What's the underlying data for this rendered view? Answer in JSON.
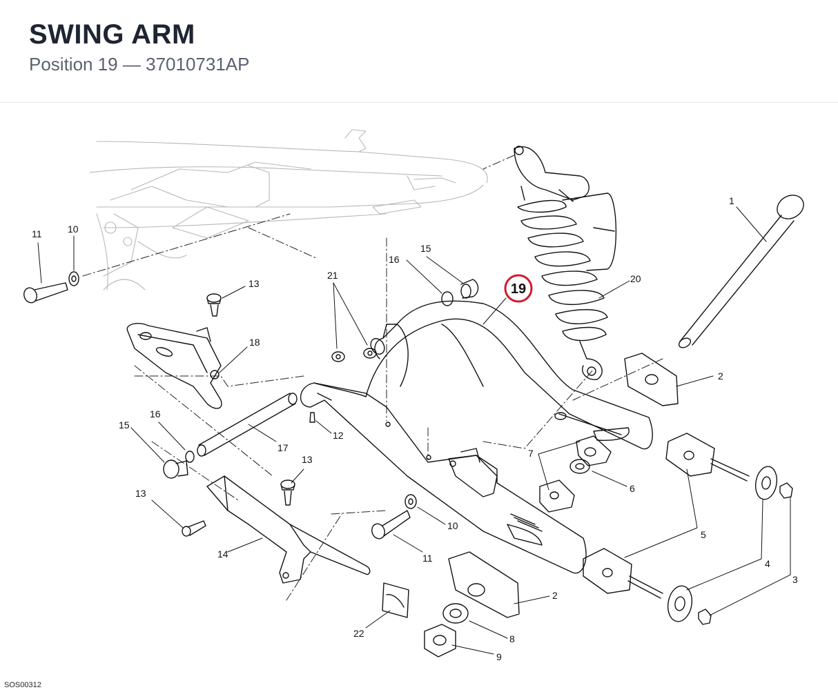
{
  "header": {
    "title": "SWING ARM",
    "position_label": "Position 19",
    "separator": "—",
    "part_number": "37010731AP"
  },
  "highlight": {
    "label": "19",
    "color": "#d01a2a"
  },
  "labels": {
    "l1": "1",
    "l2a": "2",
    "l2b": "2",
    "l3": "3",
    "l4": "4",
    "l5": "5",
    "l6": "6",
    "l7": "7",
    "l8": "8",
    "l9": "9",
    "l10a": "10",
    "l10b": "10",
    "l11a": "11",
    "l11b": "11",
    "l12": "12",
    "l13a": "13",
    "l13b": "13",
    "l13c": "13",
    "l14": "14",
    "l15a": "15",
    "l15b": "15",
    "l16a": "16",
    "l16b": "16",
    "l17": "17",
    "l18": "18",
    "l20": "20",
    "l21": "21",
    "l22": "22"
  },
  "drawing_code": "SOS00312"
}
